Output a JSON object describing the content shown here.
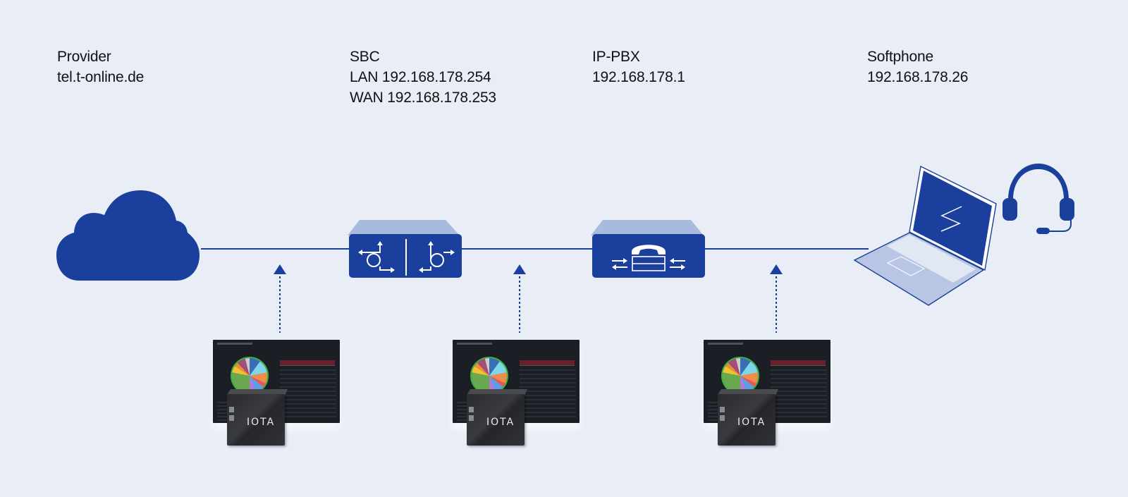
{
  "colors": {
    "background": "#e8edf6",
    "primary": "#1a3f9c",
    "light": "#a8bade",
    "text": "#111111"
  },
  "nodes": [
    {
      "id": "provider",
      "icon": "cloud-icon",
      "title": "Provider",
      "lines": [
        "tel.t-online.de"
      ]
    },
    {
      "id": "sbc",
      "icon": "sbc-router-icon",
      "title": "SBC",
      "lines": [
        "LAN 192.168.178.254",
        "WAN 192.168.178.253"
      ]
    },
    {
      "id": "ip-pbx",
      "icon": "pbx-phone-icon",
      "title": "IP-PBX",
      "lines": [
        "192.168.178.1"
      ]
    },
    {
      "id": "softphone",
      "icon": "laptop-icon",
      "title": "Softphone",
      "lines": [
        "192.168.178.26"
      ]
    }
  ],
  "extras": {
    "headset_icon": "headset-icon"
  },
  "probes": [
    {
      "id": "probe-1",
      "device_label": "IOTA"
    },
    {
      "id": "probe-2",
      "device_label": "IOTA"
    },
    {
      "id": "probe-3",
      "device_label": "IOTA"
    }
  ]
}
